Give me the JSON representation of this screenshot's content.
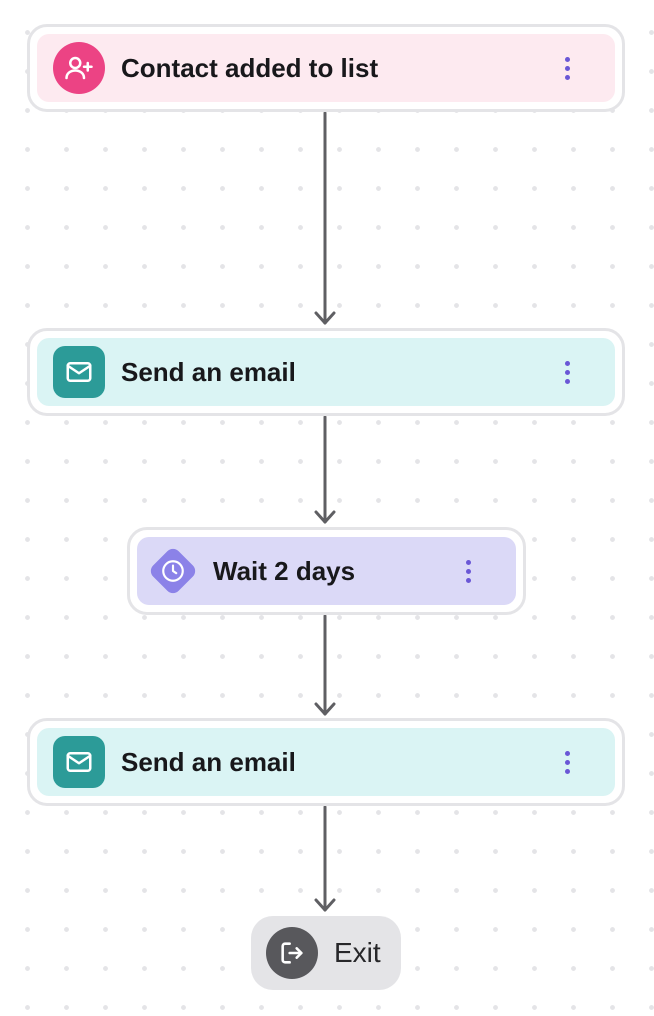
{
  "workflow": {
    "steps": [
      {
        "type": "trigger",
        "label": "Contact added to list",
        "icon": "user-plus-icon"
      },
      {
        "type": "action",
        "label": "Send an email",
        "icon": "mail-icon"
      },
      {
        "type": "delay",
        "label": "Wait 2 days",
        "icon": "clock-icon"
      },
      {
        "type": "action",
        "label": "Send an email",
        "icon": "mail-icon"
      }
    ],
    "exit": {
      "label": "Exit",
      "icon": "exit-icon"
    }
  },
  "colors": {
    "trigger_badge": "#ec4384",
    "trigger_background": "#fdeaf0",
    "email_badge": "#2c9b98",
    "email_background": "#daf4f4",
    "wait_badge": "#8b82e8",
    "wait_background": "#dbd9f7",
    "menu_dots": "#6a57d6",
    "connector": "#5f5f63",
    "exit_background": "#e4e4e7",
    "exit_icon_background": "#58585c"
  }
}
